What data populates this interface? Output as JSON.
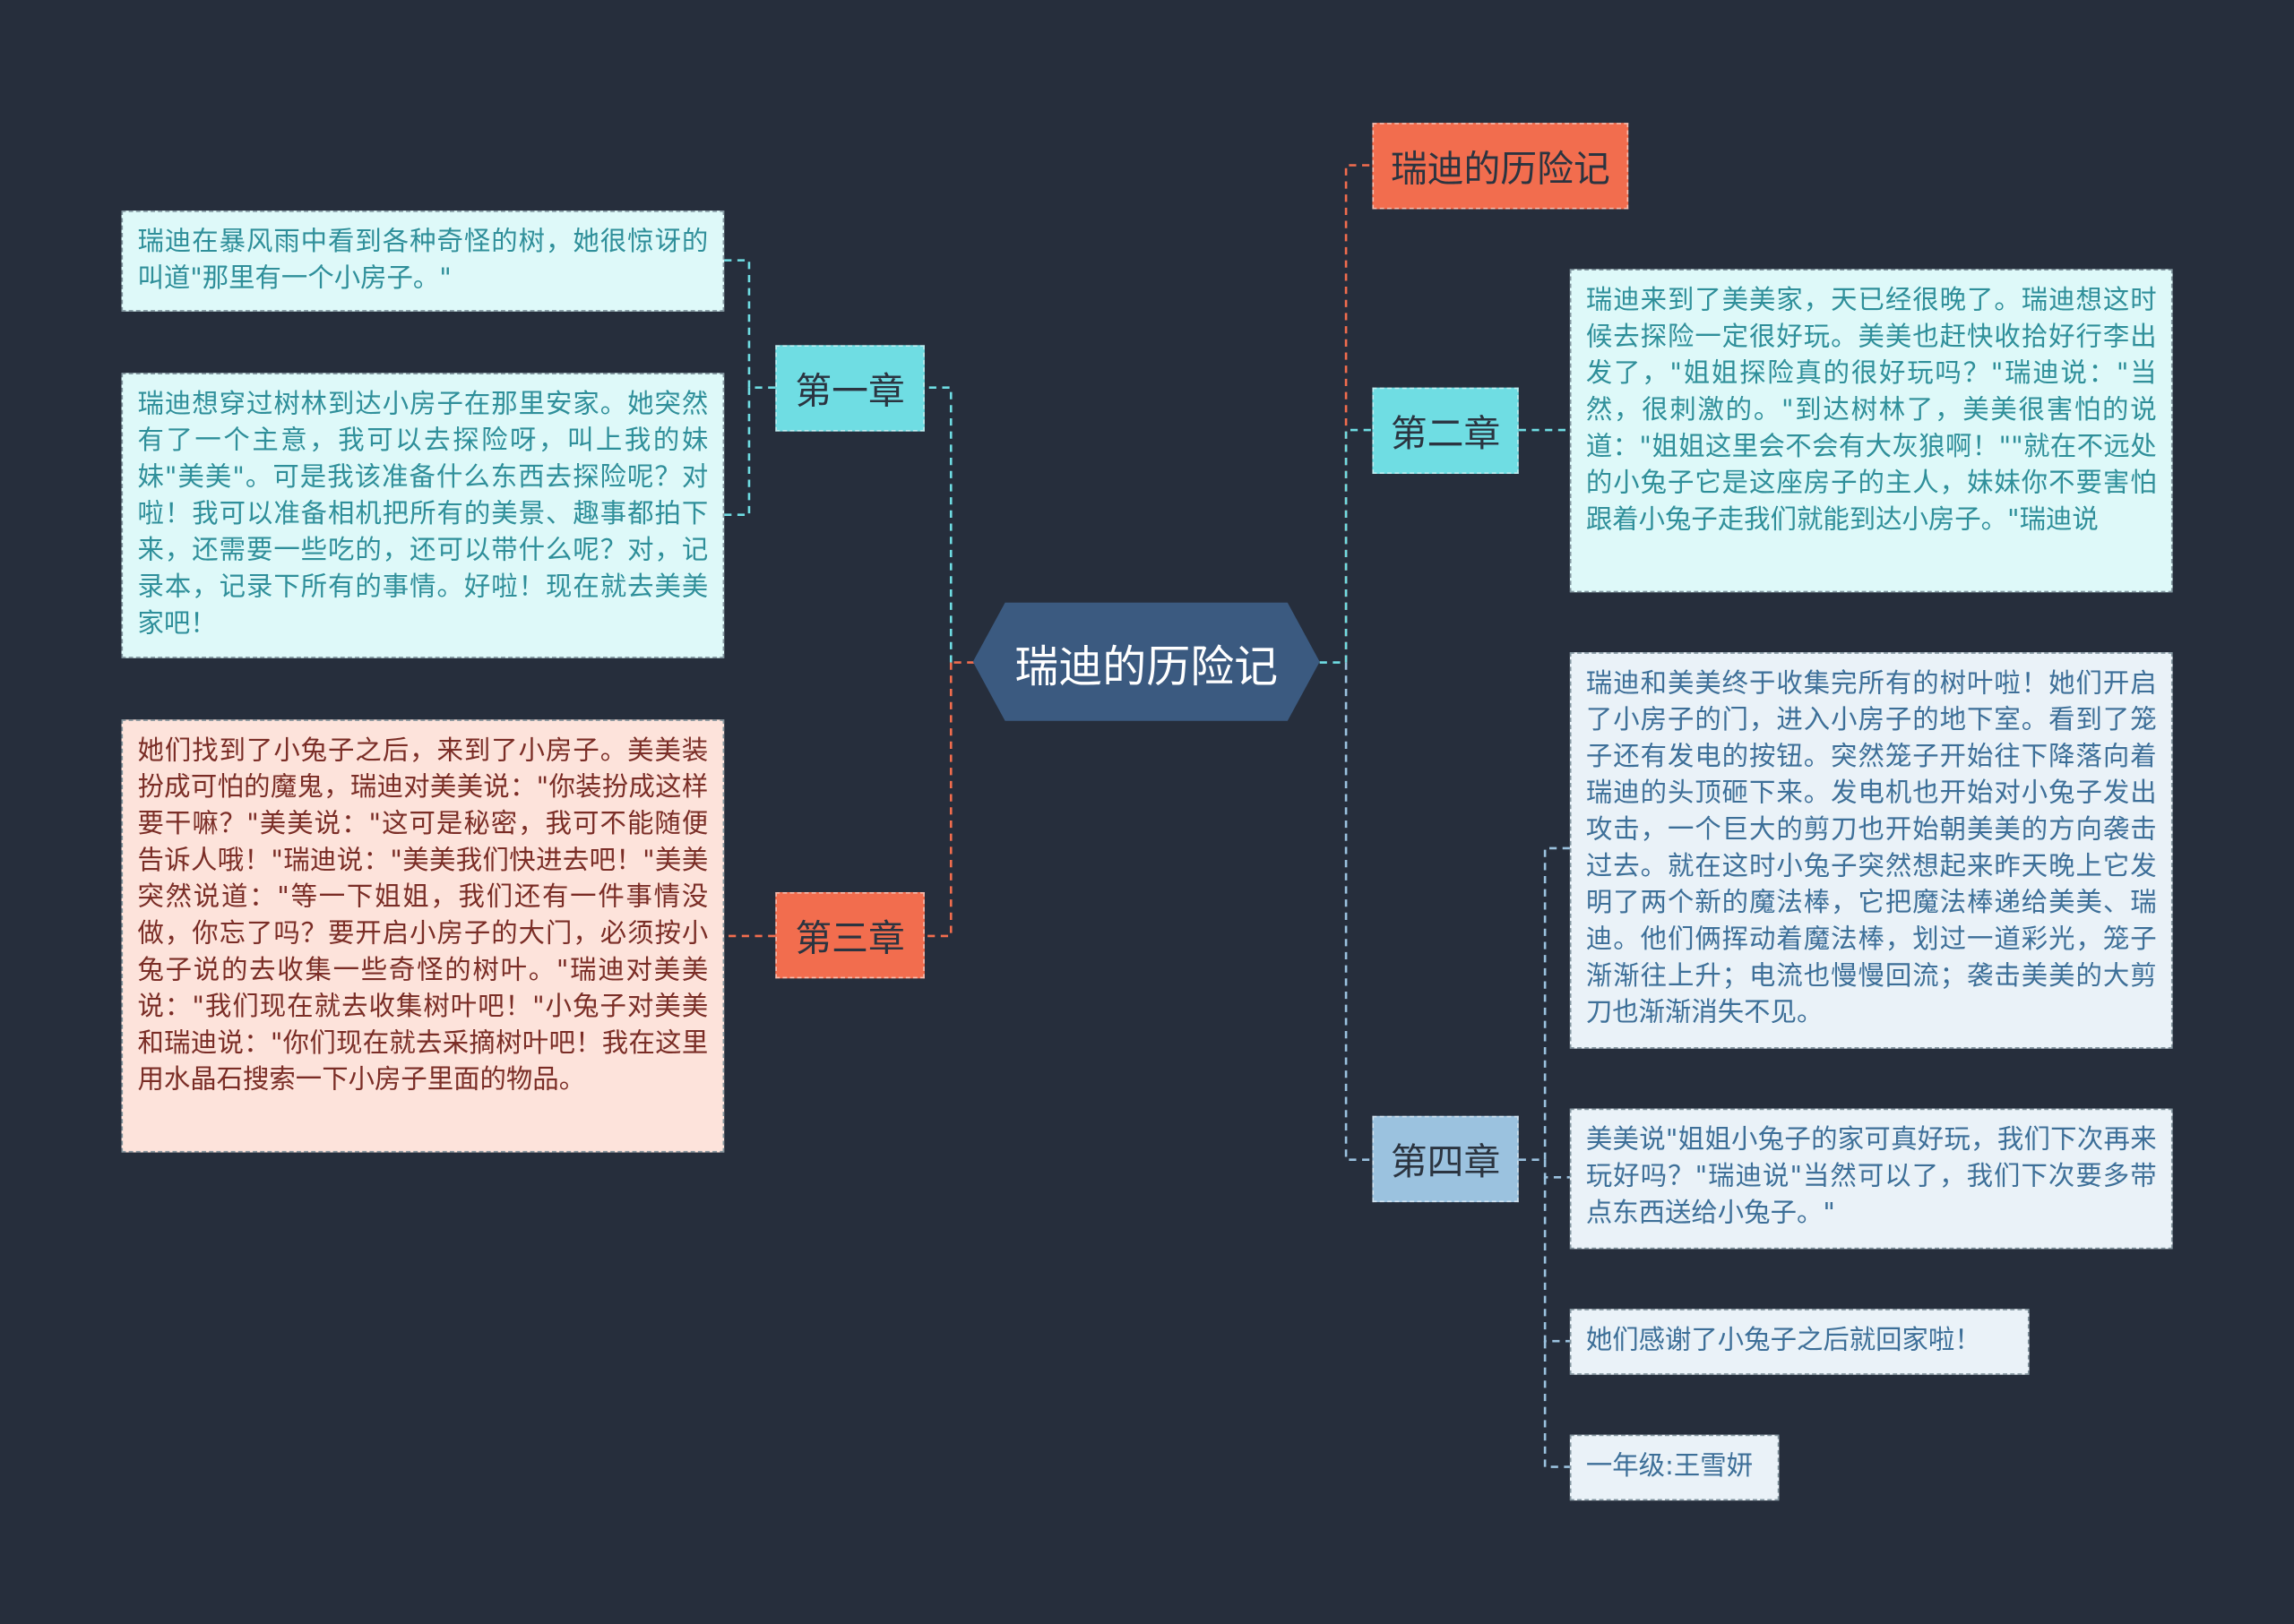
{
  "root": {
    "label": "瑞迪的历险记"
  },
  "title_node": {
    "label": "瑞迪的历险记"
  },
  "chapters": [
    {
      "label": "第一章",
      "leaves": [
        "瑞迪在暴风雨中看到各种奇怪的树，她很惊讶的叫道\"那里有一个小房子。\"",
        "瑞迪想穿过树林到达小房子在那里安家。她突然有了一个主意，我可以去探险呀，叫上我的妹妹\"美美\"。可是我该准备什么东西去探险呢？对啦！我可以准备相机把所有的美景、趣事都拍下来，还需要一些吃的，还可以带什么呢？对，记录本，记录下所有的事情。好啦！现在就去美美家吧！"
      ]
    },
    {
      "label": "第二章",
      "leaves": [
        "瑞迪来到了美美家，天已经很晚了。瑞迪想这时候去探险一定很好玩。美美也赶快收拾好行李出发了，\"姐姐探险真的很好玩吗？\"瑞迪说：\"当然，很刺激的。\"到达树林了，美美很害怕的说道：\"姐姐这里会不会有大灰狼啊！\"\"就在不远处的小兔子它是这座房子的主人，妹妹你不要害怕跟着小兔子走我们就能到达小房子。\"瑞迪说"
      ]
    },
    {
      "label": "第三章",
      "leaves": [
        "她们找到了小兔子之后，来到了小房子。美美装扮成可怕的魔鬼，瑞迪对美美说：\"你装扮成这样要干嘛？\"美美说：\"这可是秘密，我可不能随便告诉人哦！\"瑞迪说：\"美美我们快进去吧！\"美美突然说道：\"等一下姐姐，我们还有一件事情没做，你忘了吗？要开启小房子的大门，必须按小兔子说的去收集一些奇怪的树叶。\"瑞迪对美美说：\"我们现在就去收集树叶吧！\"小兔子对美美和瑞迪说：\"你们现在就去采摘树叶吧！我在这里用水晶石搜索一下小房子里面的物品。"
      ]
    },
    {
      "label": "第四章",
      "leaves": [
        "瑞迪和美美终于收集完所有的树叶啦！她们开启了小房子的门，进入小房子的地下室。看到了笼子还有发电的按钮。突然笼子开始往下降落向着瑞迪的头顶砸下来。发电机也开始对小兔子发出攻击，一个巨大的剪刀也开始朝美美的方向袭击过去。就在这时小兔子突然想起来昨天晚上它发明了两个新的魔法棒，它把魔法棒递给美美、瑞迪。他们俩挥动着魔法棒，划过一道彩光，笼子渐渐往上升；电流也慢慢回流；袭击美美的大剪刀也渐渐消失不见。",
        "美美说\"姐姐小兔子的家可真好玩，我们下次再来玩好吗？\"瑞迪说\"当然可以了，我们下次要多带点东西送给小兔子。\"",
        "她们感谢了小兔子之后就回家啦！",
        "一年级:王雪妍"
      ]
    }
  ],
  "colors": {
    "background": "#262e3c",
    "root": "#3b5a80",
    "cyan": "#6fdde3",
    "red": "#f26d4e",
    "blue": "#9bc2df"
  }
}
